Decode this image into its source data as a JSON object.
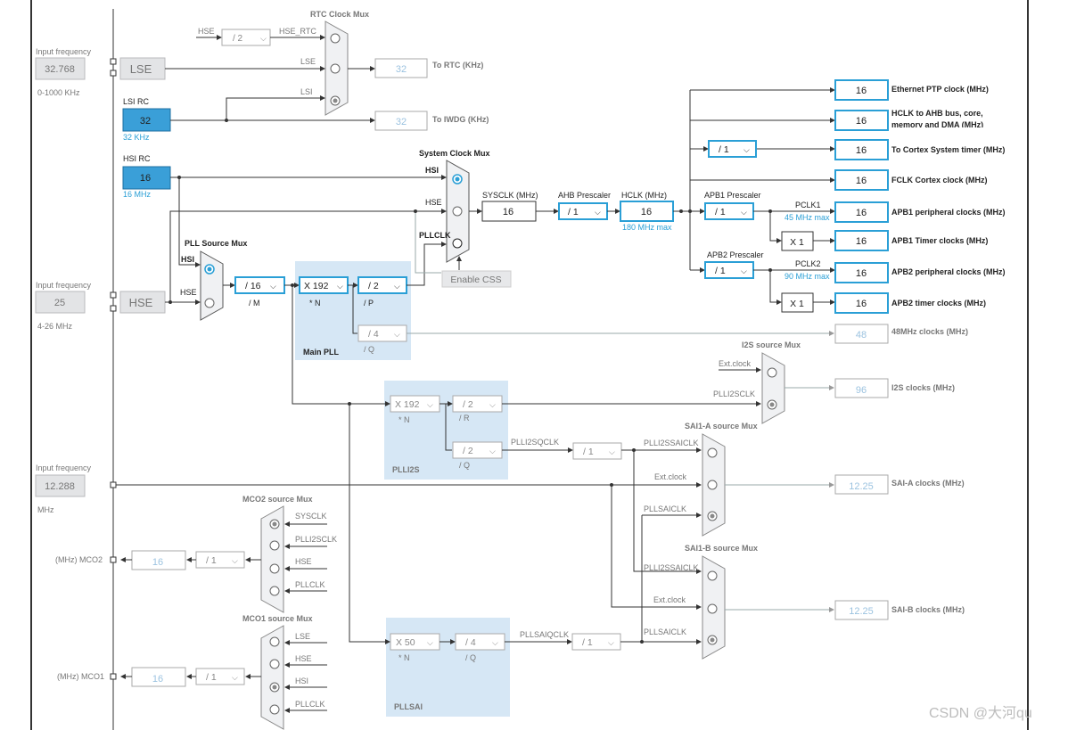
{
  "inputs": {
    "lse": {
      "freq_label": "Input frequency",
      "value": "32.768",
      "range": "0-1000 KHz",
      "name": "LSE"
    },
    "hse": {
      "freq_label": "Input frequency",
      "value": "25",
      "range": "4-26 MHz",
      "name": "HSE"
    },
    "i2s_ext": {
      "freq_label": "Input frequency",
      "value": "12.288",
      "range": "MHz"
    },
    "lsi": {
      "name": "LSI RC",
      "value": "32",
      "unit": "32 KHz"
    },
    "hsi": {
      "name": "HSI RC",
      "value": "16",
      "unit": "16 MHz"
    }
  },
  "rtc": {
    "title": "RTC Clock Mux",
    "hse_label": "HSE",
    "divider": "/ 2",
    "hse_rtc": "HSE_RTC",
    "lse_label": "LSE",
    "lsi_label": "LSI",
    "rtc_value": "32",
    "rtc_out": "To RTC (KHz)",
    "iwdg_value": "32",
    "iwdg_out": "To IWDG (KHz)"
  },
  "sysmux": {
    "title": "System Clock Mux",
    "hsi": "HSI",
    "hse": "HSE",
    "pllclk": "PLLCLK",
    "css": "Enable CSS"
  },
  "pll_source": {
    "title": "PLL Source Mux",
    "hsi": "HSI",
    "hse": "HSE"
  },
  "pll": {
    "m": "/ 16",
    "m_label": "/ M",
    "n": "X 192",
    "n_label": "* N",
    "p": "/ 2",
    "p_label": "/ P",
    "q": "/ 4",
    "q_label": "/ Q",
    "title": "Main PLL"
  },
  "sysclk": {
    "label": "SYSCLK (MHz)",
    "value": "16"
  },
  "ahb": {
    "label": "AHB Prescaler",
    "value": "/ 1"
  },
  "hclk": {
    "label": "HCLK (MHz)",
    "value": "16",
    "max": "180 MHz max"
  },
  "apb1": {
    "label": "APB1 Prescaler",
    "value": "/ 1",
    "pclk": "PCLK1",
    "max": "45 MHz max",
    "timer_mul": "X 1"
  },
  "apb2": {
    "label": "APB2 Prescaler",
    "value": "/ 1",
    "pclk": "PCLK2",
    "max": "90 MHz max",
    "timer_mul": "X 1"
  },
  "cortex_div": "/ 1",
  "outputs": [
    {
      "value": "16",
      "label": "Ethernet PTP clock (MHz)"
    },
    {
      "value": "16",
      "label": "HCLK to AHB bus, core,"
    },
    {
      "value": "16",
      "label": "To Cortex System timer (MHz)"
    },
    {
      "value": "16",
      "label": "FCLK Cortex clock (MHz)"
    },
    {
      "value": "16",
      "label": "APB1 peripheral clocks (MHz)"
    },
    {
      "value": "16",
      "label": "APB1 Timer clocks (MHz)"
    },
    {
      "value": "16",
      "label": "APB2 peripheral clocks (MHz)"
    },
    {
      "value": "16",
      "label": "APB2 timer clocks (MHz)"
    }
  ],
  "hclk_line2": "memory and DMA (MHz)",
  "usb48": {
    "value": "48",
    "label": "48MHz clocks (MHz)"
  },
  "i2s_mux": {
    "title": "I2S source Mux",
    "ext": "Ext.clock",
    "plli2s": "PLLI2SCLK",
    "value": "96",
    "label": "I2S clocks (MHz)"
  },
  "plli2s": {
    "n": "X 192",
    "n_label": "* N",
    "r": "/ 2",
    "r_label": "/ R",
    "q": "/ 2",
    "q_label": "/ Q",
    "title": "PLLI2S",
    "qclk": "PLLI2SQCLK",
    "div": "/ 1"
  },
  "sai_a": {
    "title": "SAI1-A source Mux",
    "in1": "PLLI2SSAICLK",
    "in2": "Ext.clock",
    "in3": "PLLSAICLK",
    "value": "12.25",
    "label": "SAI-A clocks (MHz)"
  },
  "sai_b": {
    "title": "SAI1-B source Mux",
    "in1": "PLLI2SSAICLK",
    "in2": "Ext.clock",
    "in3": "PLLSAICLK",
    "value": "12.25",
    "label": "SAI-B clocks (MHz)"
  },
  "pllsai": {
    "n": "X 50",
    "n_label": "* N",
    "q": "/ 4",
    "q_label": "/ Q",
    "title": "PLLSAI",
    "qclk": "PLLSAIQCLK",
    "div": "/ 1"
  },
  "mco2": {
    "title": "MCO2 source Mux",
    "in1": "SYSCLK",
    "in2": "PLLI2SCLK",
    "in3": "HSE",
    "in4": "PLLCLK",
    "div": "/ 1",
    "value": "16",
    "label": "(MHz) MCO2"
  },
  "mco1": {
    "title": "MCO1 source Mux",
    "in1": "LSE",
    "in2": "HSE",
    "in3": "HSI",
    "in4": "PLLCLK",
    "div": "/ 1",
    "value": "16",
    "label": "(MHz) MCO1"
  },
  "watermark": "CSDN @大河qu",
  "colors": {
    "accent": "#2a9fd6",
    "panel": "#d6e7f5",
    "input_fill": "#3a9fd8"
  }
}
